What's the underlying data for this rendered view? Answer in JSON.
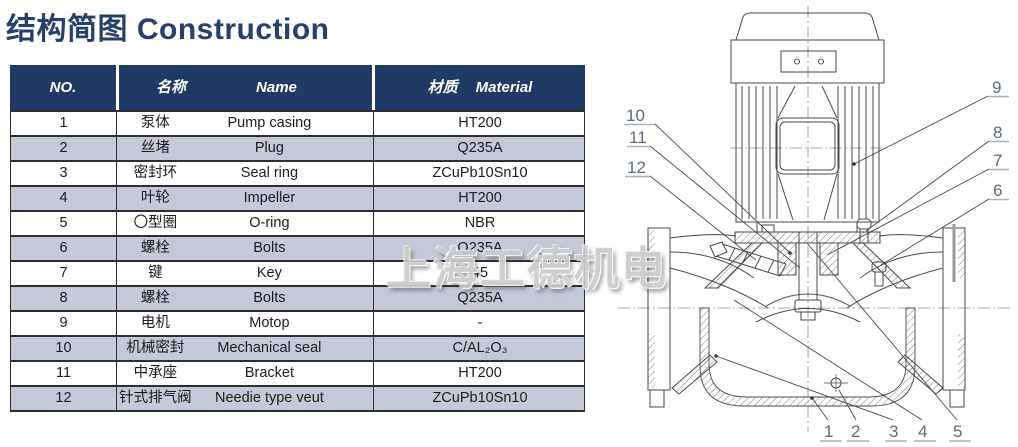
{
  "title": "结构简图 Construction",
  "watermark": "上海工德机电",
  "table": {
    "headers": {
      "no": "NO.",
      "name_cn": "名称",
      "name_en": "Name",
      "material_cn": "材质",
      "material_en": "Material"
    },
    "rows": [
      {
        "no": "1",
        "name_cn": "泵体",
        "name_en": "Pump casing",
        "material": "HT200"
      },
      {
        "no": "2",
        "name_cn": "丝堵",
        "name_en": "Plug",
        "material": "Q235A"
      },
      {
        "no": "3",
        "name_cn": "密封环",
        "name_en": "Seal ring",
        "material": "ZCuPb10Sn10"
      },
      {
        "no": "4",
        "name_cn": "叶轮",
        "name_en": "Impeller",
        "material": "HT200"
      },
      {
        "no": "5",
        "name_cn": "〇型圈",
        "name_en": "O-ring",
        "material": "NBR"
      },
      {
        "no": "6",
        "name_cn": "螺栓",
        "name_en": "Bolts",
        "material": "Q235A"
      },
      {
        "no": "7",
        "name_cn": "键",
        "name_en": "Key",
        "material": "45"
      },
      {
        "no": "8",
        "name_cn": "螺栓",
        "name_en": "Bolts",
        "material": "Q235A"
      },
      {
        "no": "9",
        "name_cn": "电机",
        "name_en": "Motop",
        "material": "-"
      },
      {
        "no": "10",
        "name_cn": "机械密封",
        "name_en": "Mechanical seal",
        "material": "C/AL₂O₃"
      },
      {
        "no": "11",
        "name_cn": "中承座",
        "name_en": "Bracket",
        "material": "HT200"
      },
      {
        "no": "12",
        "name_cn": "针式排气阀",
        "name_en": "Needie type veut",
        "material": "ZCuPb10Sn10"
      }
    ]
  },
  "diagram": {
    "callouts": {
      "left": [
        "10",
        "11",
        "12"
      ],
      "right": [
        "9",
        "8",
        "7",
        "6"
      ],
      "bottom": [
        "1",
        "2",
        "3",
        "4",
        "5"
      ]
    }
  },
  "colors": {
    "header_navy": "#1f3a64",
    "row_stripe": "#c5c8d6",
    "title_navy": "#24406b",
    "callout_gray_blue": "#5c6c7c",
    "line_gray": "#4a4a4a",
    "watermark_gray": "#cccccc"
  }
}
